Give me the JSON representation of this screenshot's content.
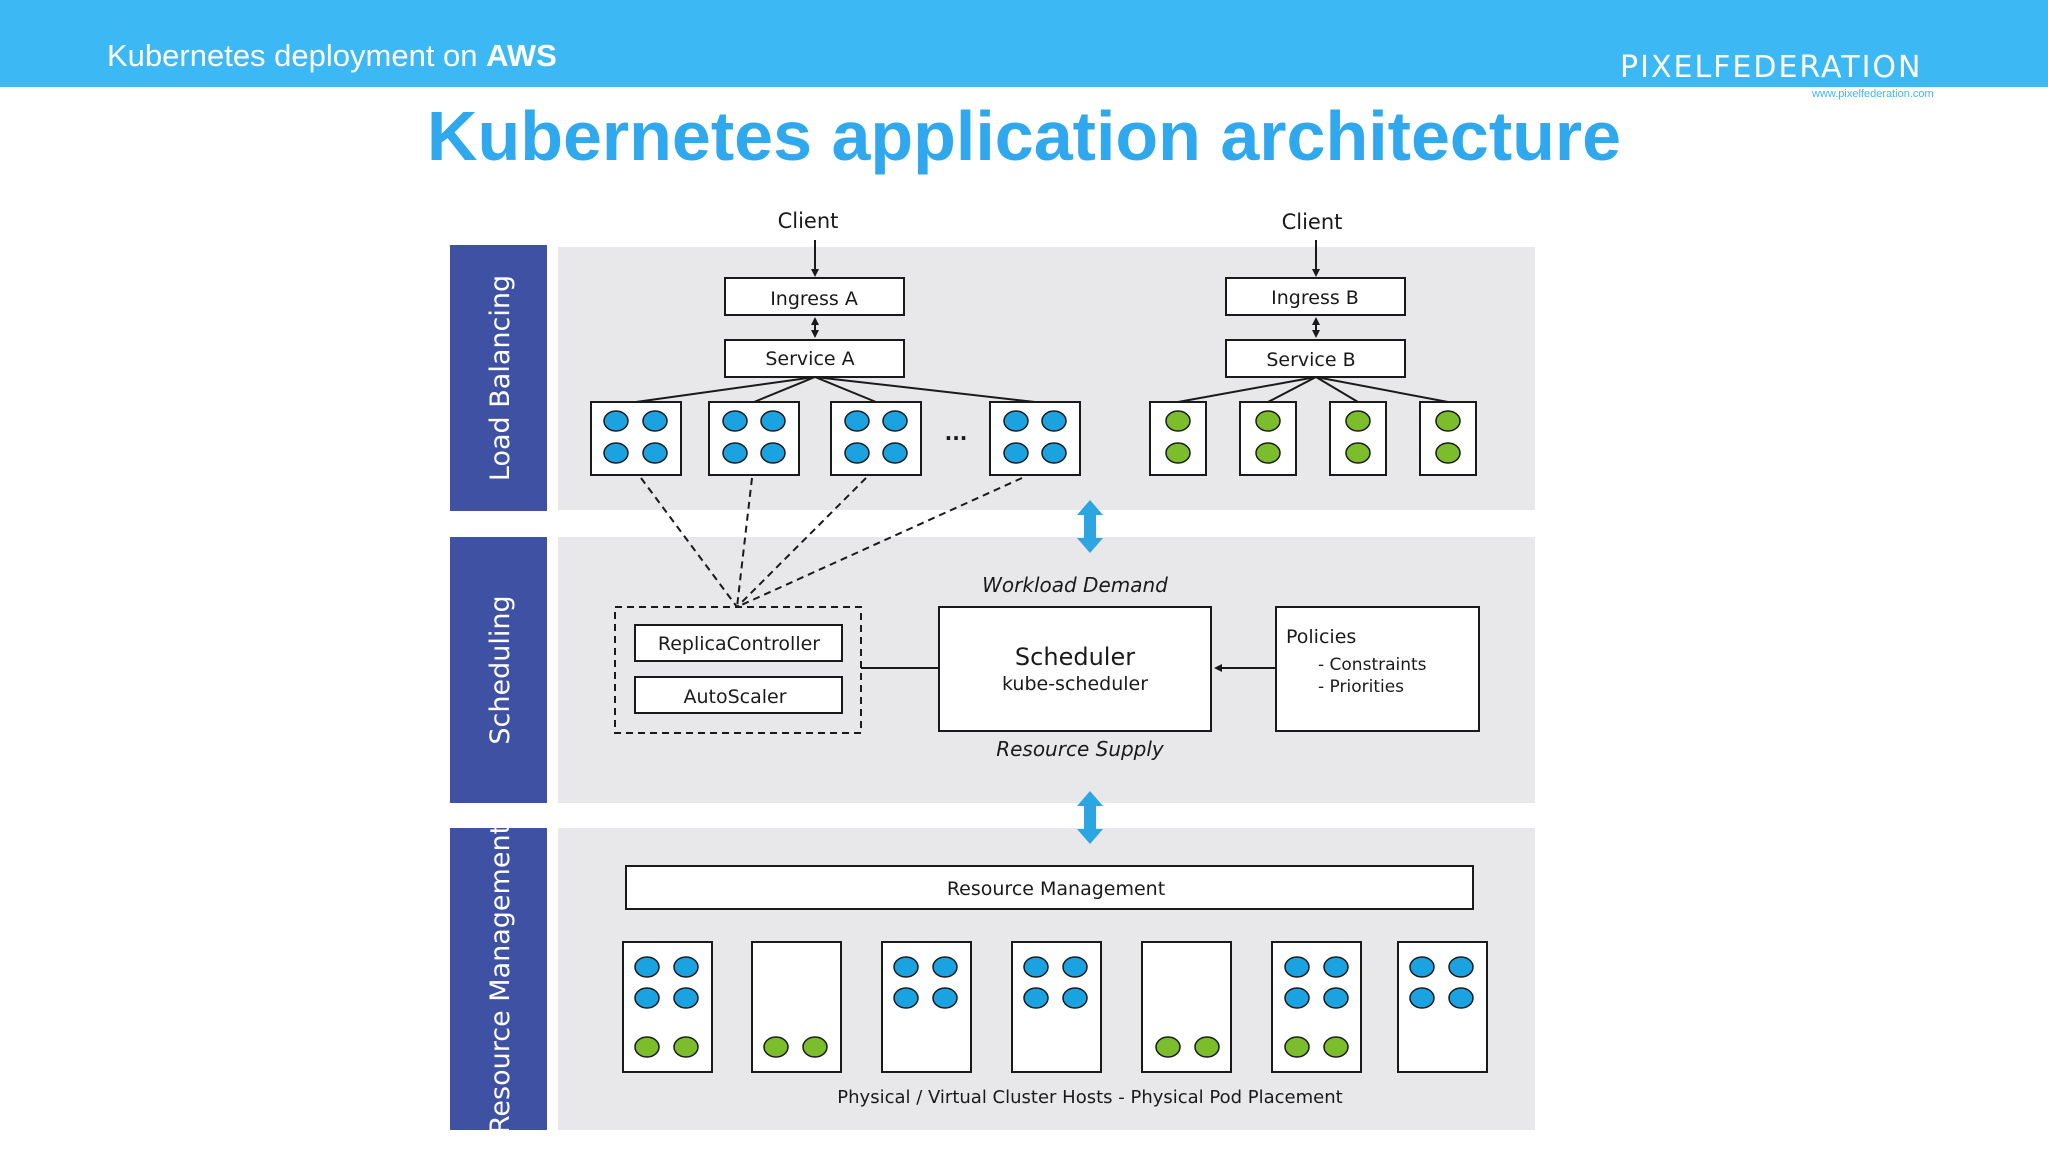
{
  "header": {
    "title_prefix": "Kubernetes deployment on ",
    "title_bold": "AWS",
    "logo": "PIXELFEDERATION",
    "logo_url": "www.pixelfederation.com"
  },
  "slide": {
    "title": "Kubernetes application architecture"
  },
  "diagram": {
    "layers": {
      "load_balancing": "Load Balancing",
      "scheduling": "Scheduling",
      "resource_management": "Resource Management"
    },
    "client_a": "Client",
    "client_b": "Client",
    "ingress_a": "Ingress A",
    "ingress_b": "Ingress B",
    "service_a": "Service A",
    "service_b": "Service B",
    "ellipsis": "...",
    "replica_controller": "ReplicaController",
    "autoscaler": "AutoScaler",
    "scheduler_title": "Scheduler",
    "scheduler_sub": "kube-scheduler",
    "workload_demand": "Workload Demand",
    "resource_supply": "Resource Supply",
    "policies_title": "Policies",
    "policies_constraints": "- Constraints",
    "policies_priorities": "- Priorities",
    "resource_management_box": "Resource Management",
    "hosts_caption": "Physical / Virtual Cluster Hosts - Physical Pod Placement"
  },
  "colors": {
    "header_bg": "#3cb8f5",
    "title": "#2fa8ee",
    "layer_label_bg": "#3f51a3",
    "panel_bg": "#e8e8ea",
    "pod_blue": "#1aa3e0",
    "pod_green": "#7cbd2c",
    "arrow_blue": "#2ba6e2"
  }
}
